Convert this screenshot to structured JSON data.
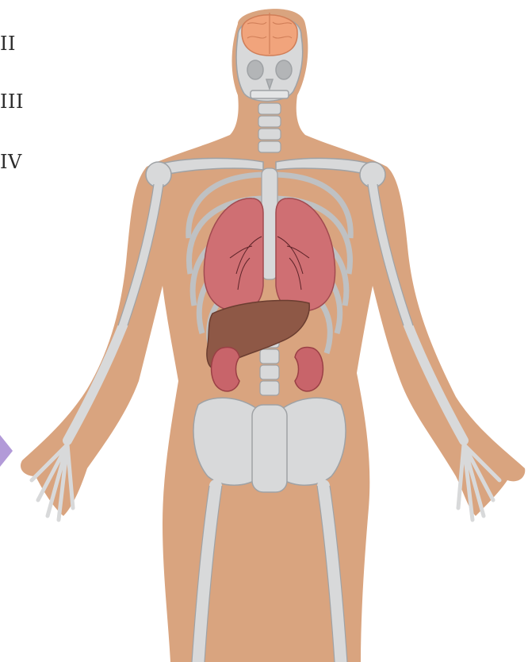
{
  "labels": [
    {
      "id": "II",
      "text": "II"
    },
    {
      "id": "III",
      "text": "III"
    },
    {
      "id": "IV",
      "text": "IV"
    }
  ],
  "colors": {
    "skin": "#d9a47f",
    "bone": "#d8d9da",
    "bone_outline": "#9fa2a5",
    "lung": "#cf6f73",
    "lung_dark": "#a14a50",
    "liver": "#8e5846",
    "kidney": "#c8646a",
    "brain": "#f1a47c",
    "pointer": "#b29ad8"
  },
  "icons": {
    "pointer": "triangle-pointer-icon"
  }
}
